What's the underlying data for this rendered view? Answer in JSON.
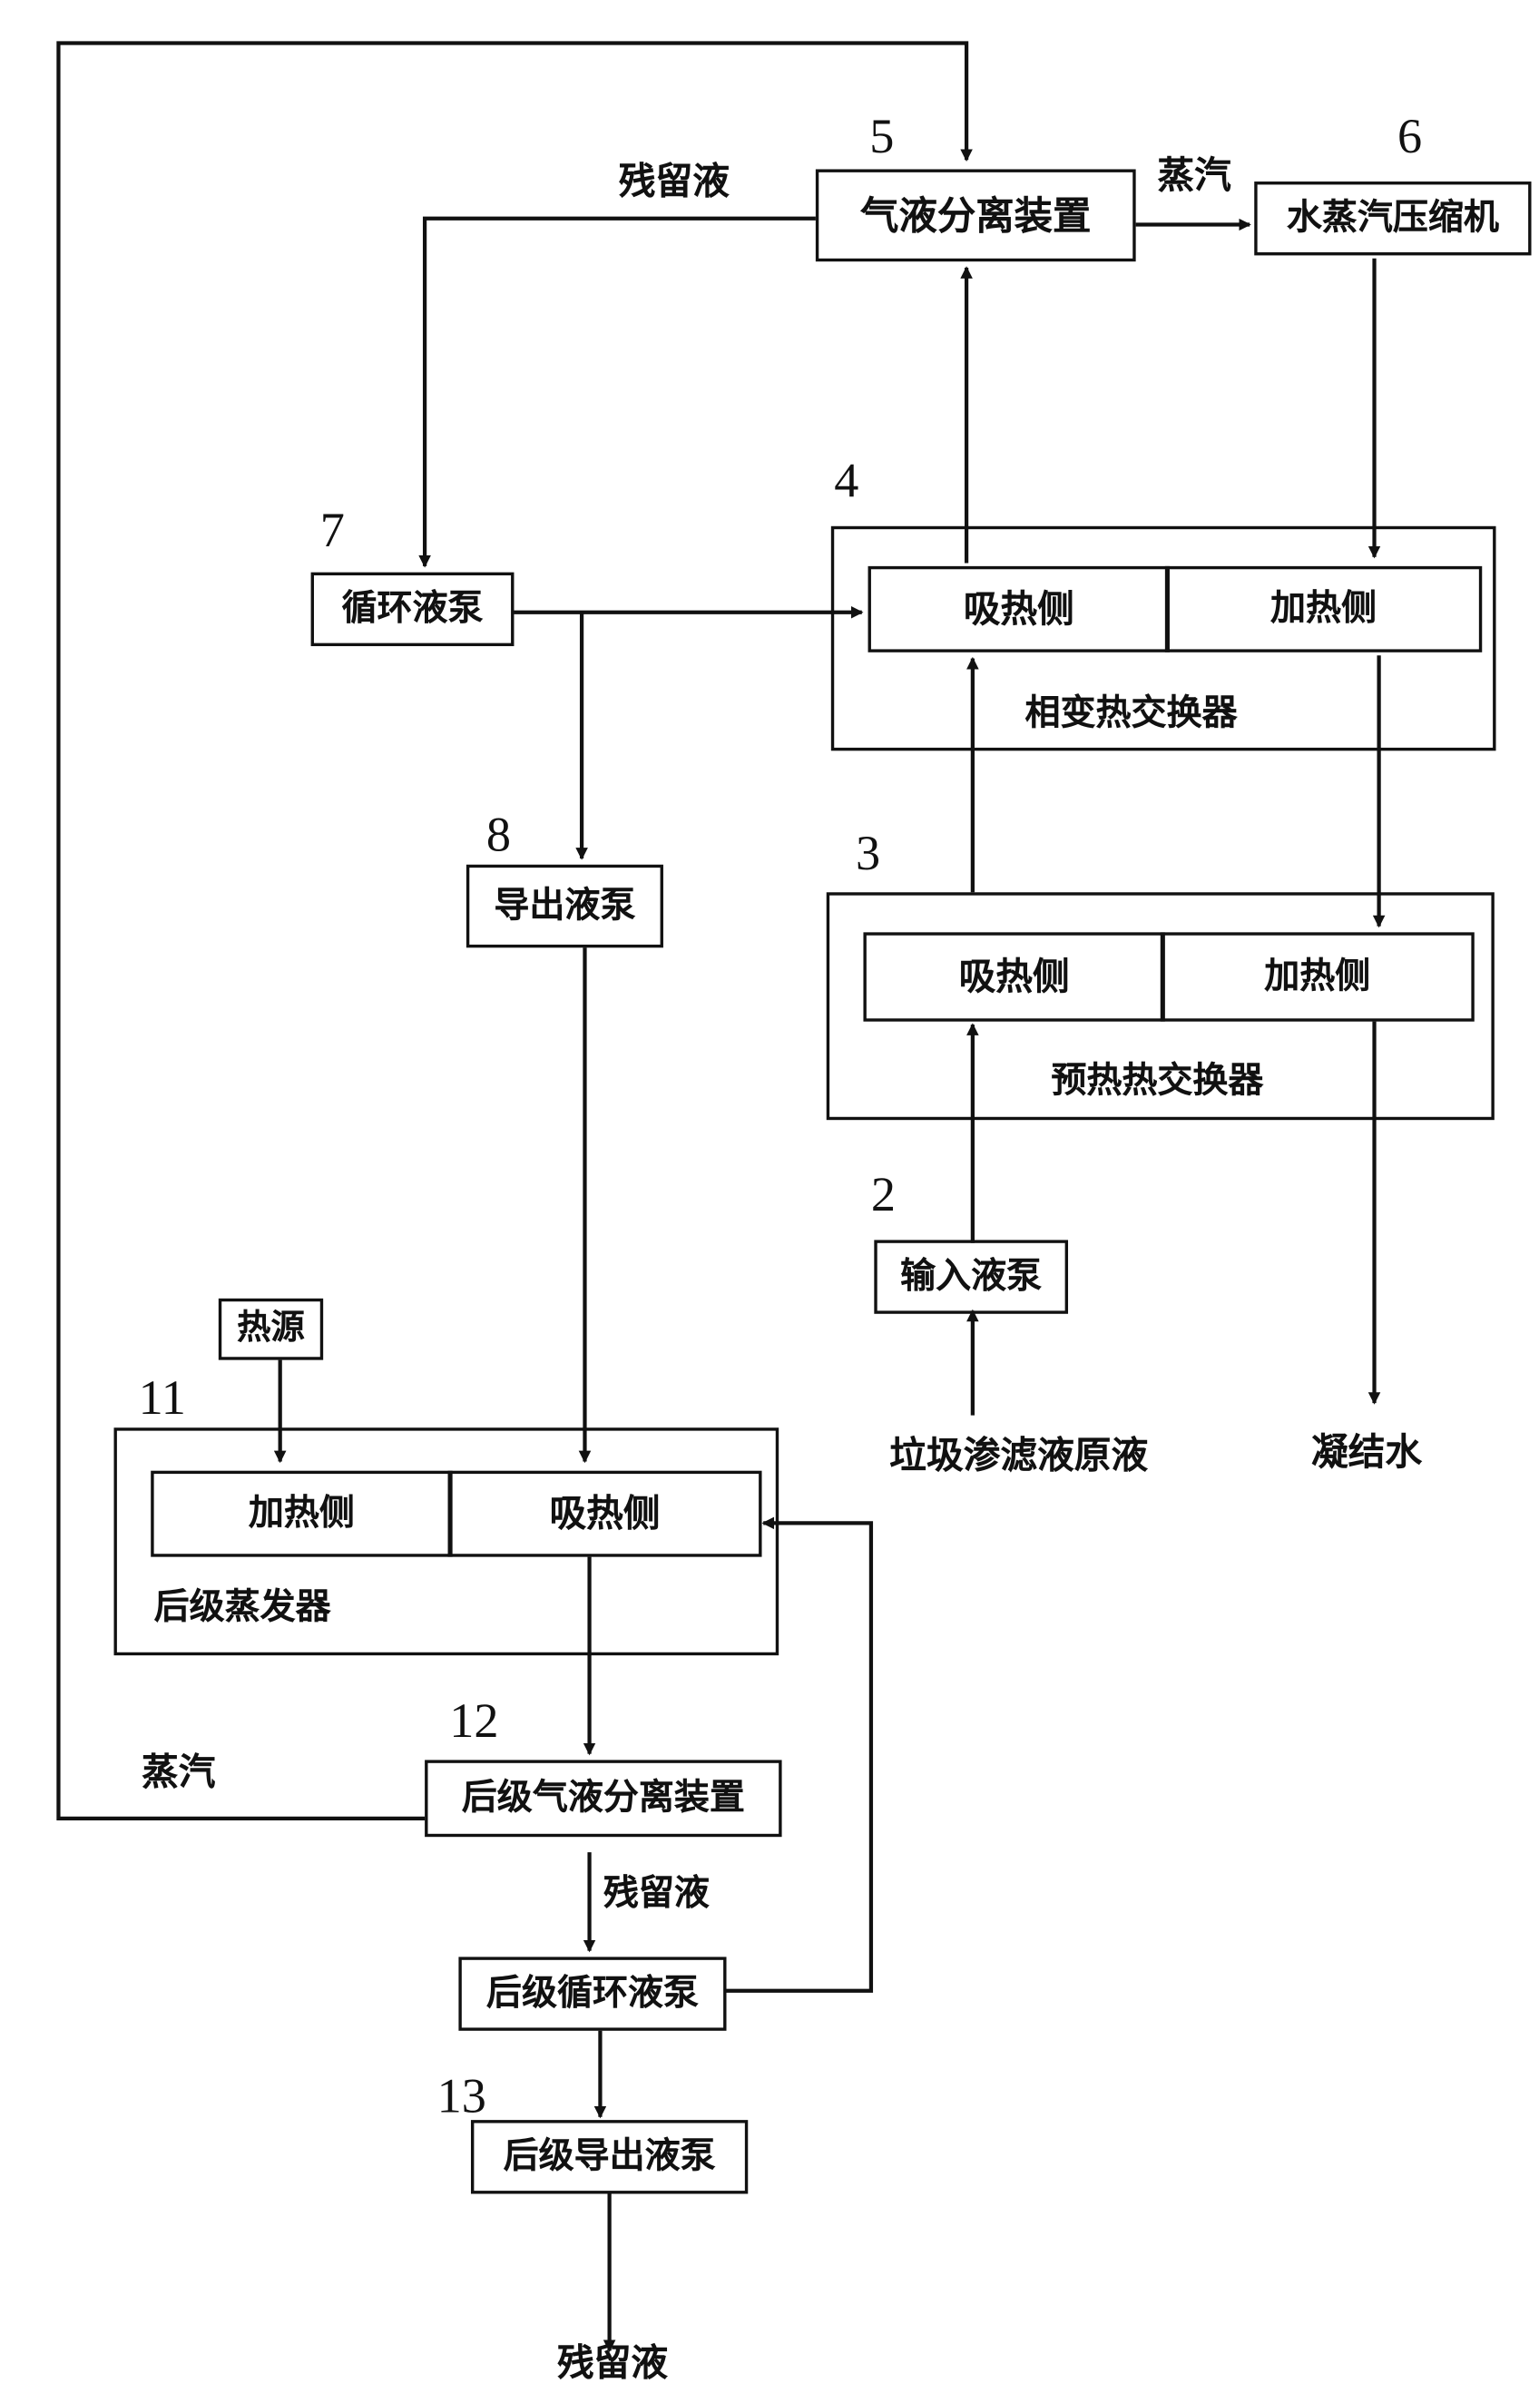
{
  "units": {
    "u5": {
      "number": "5",
      "name": "气液分离装置"
    },
    "u6": {
      "number": "6",
      "name": "水蒸汽压缩机"
    },
    "u4": {
      "number": "4",
      "name": "相变热交换器",
      "absorb": "吸热侧",
      "heat": "加热侧"
    },
    "u7": {
      "number": "7",
      "name": "循环液泵"
    },
    "u8": {
      "number": "8",
      "name": "导出液泵"
    },
    "u3": {
      "number": "3",
      "name": "预热热交换器",
      "absorb": "吸热侧",
      "heat": "加热侧"
    },
    "u2": {
      "number": "2",
      "name": "输入液泵"
    },
    "heat_source": "热源",
    "u11": {
      "number": "11",
      "name": "后级蒸发器",
      "heat": "加热侧",
      "absorb": "吸热侧"
    },
    "u12": {
      "number": "12",
      "name": "后级气液分离装置"
    },
    "rear_circ_pump": "后级循环液泵",
    "u13": {
      "number": "13",
      "name": "后级导出液泵"
    }
  },
  "flows": {
    "residue_top": "残留液",
    "steam_top": "蒸汽",
    "raw_liquid": "垃圾渗滤液原液",
    "condensate": "凝结水",
    "steam_rear": "蒸汽",
    "residue_rear": "残留液",
    "residue_out": "残留液"
  }
}
